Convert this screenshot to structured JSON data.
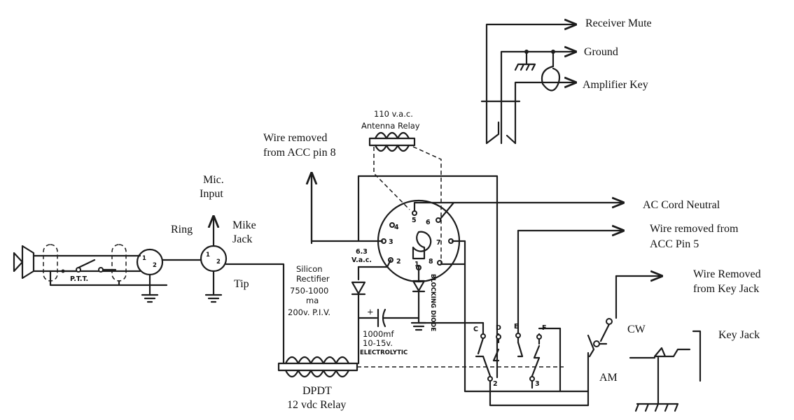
{
  "labels": {
    "receiver_mute": "Receiver Mute",
    "ground": "Ground",
    "amplifier_key": "Amplifier Key",
    "antenna_relay_voltage": "110 v.a.c.",
    "antenna_relay": "Antenna Relay",
    "wire_removed_acc8_line1": "Wire removed",
    "wire_removed_acc8_line2": "from ACC pin 8",
    "ac_cord_neutral": "AC Cord Neutral",
    "wire_removed_acc5_line1": "Wire removed from",
    "wire_removed_acc5_line2": "ACC Pin 5",
    "wire_removed_key_line1": "Wire Removed",
    "wire_removed_key_line2": "from Key Jack",
    "key_jack": "Key Jack",
    "cw": "CW",
    "am": "AM",
    "mic_input_line1": "Mic.",
    "mic_input_line2": "Input",
    "ring": "Ring",
    "mike_jack_line1": "Mike",
    "mike_jack_line2": "Jack",
    "tip": "Tip",
    "ptt": "P.T.T.",
    "rectifier_line1": "Silicon",
    "rectifier_line2": "Rectifier",
    "rectifier_line3": "750-1000",
    "rectifier_line4": "ma",
    "rectifier_line5": "200v. P.I.V.",
    "vac_line1": "6.3",
    "vac_line2": "V.a.c.",
    "blocking_diode": "BLOCKING DIODE",
    "cap_line1": "1000mf",
    "cap_line2": "10-15v.",
    "cap_line3": "ELECTROLYTIC",
    "cap_plus": "+",
    "relay_line1": "DPDT",
    "relay_line2": "12 vdc Relay"
  },
  "pins": {
    "socket": [
      "1",
      "2",
      "3",
      "4",
      "5",
      "6",
      "7",
      "8"
    ],
    "contacts": [
      "C",
      "D",
      "E",
      "F"
    ],
    "commons": [
      "2",
      "3"
    ],
    "plug1": [
      "1",
      "2"
    ],
    "plug2": [
      "1",
      "2"
    ]
  }
}
